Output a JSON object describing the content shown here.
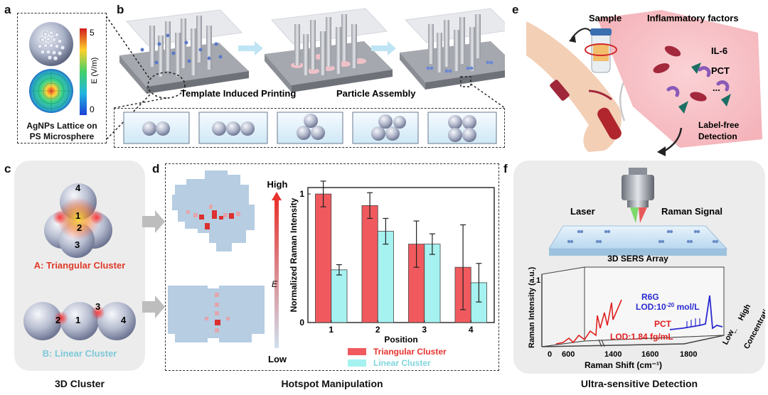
{
  "panels": {
    "a": {
      "letter": "a",
      "caption_line1": "AgNPs Lattice on",
      "caption_line2": "PS Microsphere",
      "colorbar_title": "E (V/m)",
      "colorbar_max": "5",
      "colorbar_min": "0",
      "colors": {
        "hot": "#e8321f",
        "cold": "#1e3fd6"
      }
    },
    "b": {
      "letter": "b",
      "step1": "Template Induced Printing",
      "step2": "Particle Assembly"
    },
    "c": {
      "letter": "c",
      "clusterA_label": "A: Triangular Cluster",
      "clusterB_label": "B: Linear Cluster",
      "title": "3D Cluster",
      "a_nums": [
        "4",
        "1",
        "2",
        "3"
      ],
      "b_nums": [
        "2",
        "1",
        "3",
        "4"
      ],
      "colors": {
        "a_label": "#e03a2a",
        "b_label": "#7ec8d8"
      }
    },
    "d": {
      "letter": "d",
      "title": "Hotspot Manipulation",
      "scale_high": "High",
      "scale_low": "Low",
      "scale_axis": "E"
    },
    "e": {
      "letter": "e",
      "sample": "Sample",
      "factors_title": "Inflammatory factors",
      "factor1": "IL-6",
      "factor2": "PCT",
      "factor3": "...",
      "detect1": "Label-free",
      "detect2": "Detection"
    },
    "f": {
      "letter": "f",
      "laser": "Laser",
      "raman_signal": "Raman Signal",
      "array_label": "3D SERS Array",
      "ylabel": "Raman Intensity (a.u.)",
      "xlabel": "Raman Shift (cm⁻¹)",
      "y_tick": "1",
      "x_ticks": [
        "0",
        "600",
        "1400",
        "1600",
        "1800"
      ],
      "r6g": "R6G",
      "lod1_prefix": "LOD:10",
      "lod1_exp": "-20",
      "lod1_suffix": " mol/L",
      "pct": "PCT",
      "lod2": "LOD:1.84 fg/mL",
      "conc_low": "Low",
      "conc_high": "High",
      "conc_label": "Concentration",
      "title": "Ultra-sensitive Detection",
      "colors": {
        "r6g": "#2a2ad0",
        "pct": "#e02020"
      }
    }
  },
  "chart_data": {
    "type": "bar",
    "ylabel": "Normalized Raman Intensity",
    "xlabel": "Position",
    "categories": [
      "1",
      "2",
      "3",
      "4"
    ],
    "ylim": [
      0,
      1.05
    ],
    "y_ticks": [
      "0",
      "1"
    ],
    "series": [
      {
        "name": "Triangular Cluster",
        "color": "#f05a5e",
        "values": [
          1.0,
          0.91,
          0.61,
          0.43
        ],
        "errors": [
          0.1,
          0.1,
          0.18,
          0.33
        ]
      },
      {
        "name": "Linear Cluster",
        "color": "#a5f2f0",
        "values": [
          0.41,
          0.71,
          0.61,
          0.31
        ],
        "errors": [
          0.04,
          0.1,
          0.08,
          0.15
        ]
      }
    ]
  }
}
